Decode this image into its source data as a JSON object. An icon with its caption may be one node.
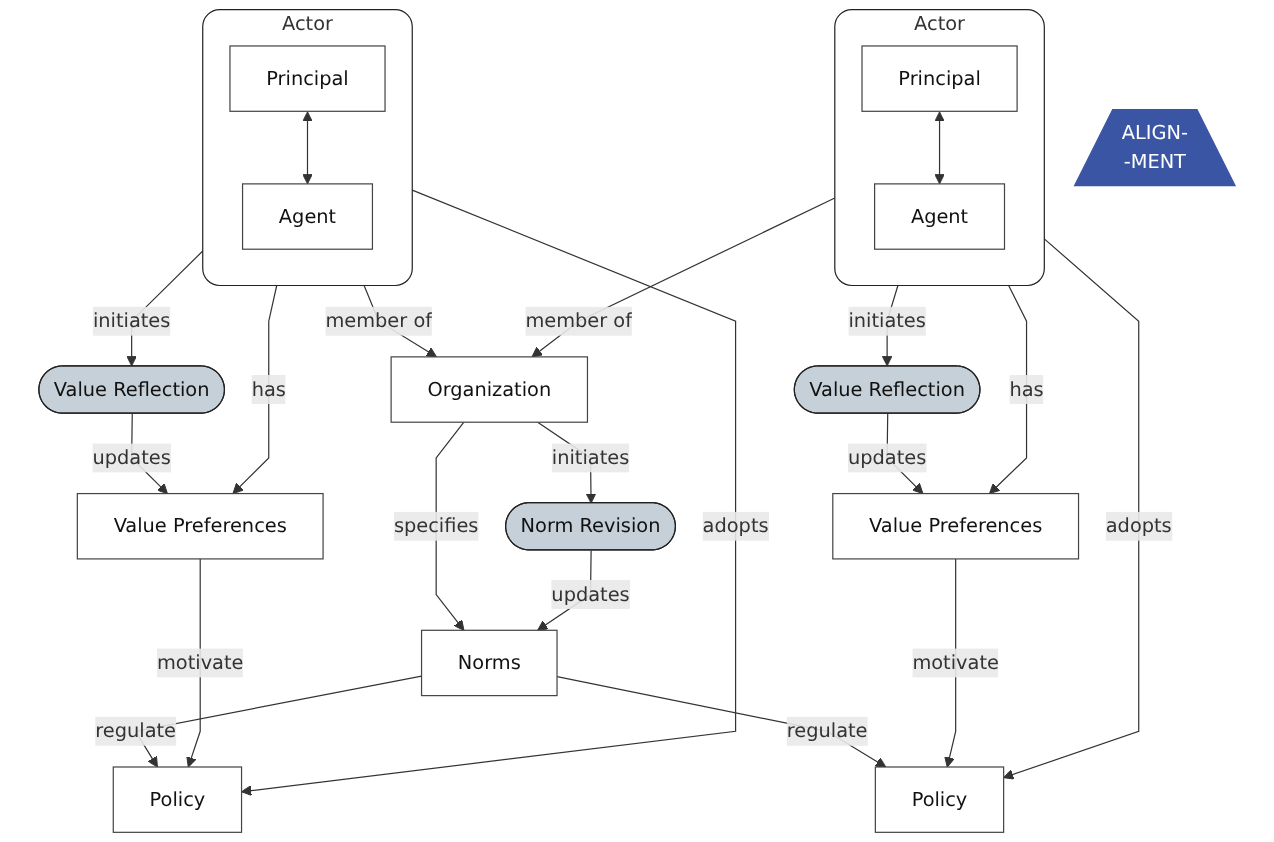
{
  "diagram": {
    "nodes": [
      {
        "text": [
          "Organization"
        ]
      },
      {
        "text": [
          "Norm Revision"
        ]
      },
      {
        "text": [
          "Norms"
        ]
      },
      {
        "text": [
          "Actor"
        ]
      },
      {
        "text": [
          "Principal"
        ],
        "in": 3
      },
      {
        "text": [
          "Agent"
        ],
        "in": 3
      },
      {
        "text": [
          "Policy"
        ]
      },
      {
        "text": [
          "Policy"
        ]
      },
      {
        "text": [
          "Actor"
        ]
      },
      {
        "text": [
          "Principal"
        ],
        "in": 8
      },
      {
        "text": [
          "Agent"
        ],
        "in": 8
      },
      {
        "text": [
          "Value Preferences"
        ]
      },
      {
        "text": [
          "Value Preferences"
        ]
      },
      {
        "text": [
          "Value Reflection"
        ]
      },
      {
        "text": [
          "Value Reflection"
        ]
      },
      {
        "text": [
          "ALIGN-",
          "-MENT"
        ]
      }
    ],
    "edges": [
      {
        "from": 3,
        "to": 0,
        "label": "member of",
        "arrow": "to"
      },
      {
        "from": 8,
        "to": 0,
        "label": "member of",
        "arrow": "to"
      },
      {
        "from": 0,
        "to": 1,
        "label": "initiates",
        "arrow": "to"
      },
      {
        "from": 0,
        "to": 2,
        "label": "specifies",
        "arrow": "to"
      },
      {
        "from": 1,
        "to": 2,
        "label": "updates",
        "arrow": "to"
      },
      {
        "from": 2,
        "to": 6,
        "label": "regulate",
        "arrow": "to"
      },
      {
        "from": 2,
        "to": 7,
        "label": "regulate",
        "arrow": "to"
      },
      {
        "from": 4,
        "to": 5,
        "arrow": "both"
      },
      {
        "from": 9,
        "to": 10,
        "arrow": "both"
      },
      {
        "from": 3,
        "to": 6,
        "label": "adopts",
        "arrow": "to"
      },
      {
        "from": 8,
        "to": 7,
        "label": "adopts",
        "arrow": "to"
      },
      {
        "from": 11,
        "to": 6,
        "label": "motivate",
        "arrow": "to"
      },
      {
        "from": 12,
        "to": 7,
        "label": "motivate",
        "arrow": "to"
      },
      {
        "from": 3,
        "to": 11,
        "label": "has",
        "arrow": "to"
      },
      {
        "from": 8,
        "to": 12,
        "label": "has",
        "arrow": "to"
      },
      {
        "from": 3,
        "to": 13,
        "label": "initiates",
        "arrow": "to"
      },
      {
        "from": 8,
        "to": 14,
        "label": "initiates",
        "arrow": "to"
      },
      {
        "from": 13,
        "to": 11,
        "label": "updates",
        "arrow": "to"
      },
      {
        "from": 14,
        "to": 12,
        "label": "updates",
        "arrow": "to"
      }
    ]
  }
}
